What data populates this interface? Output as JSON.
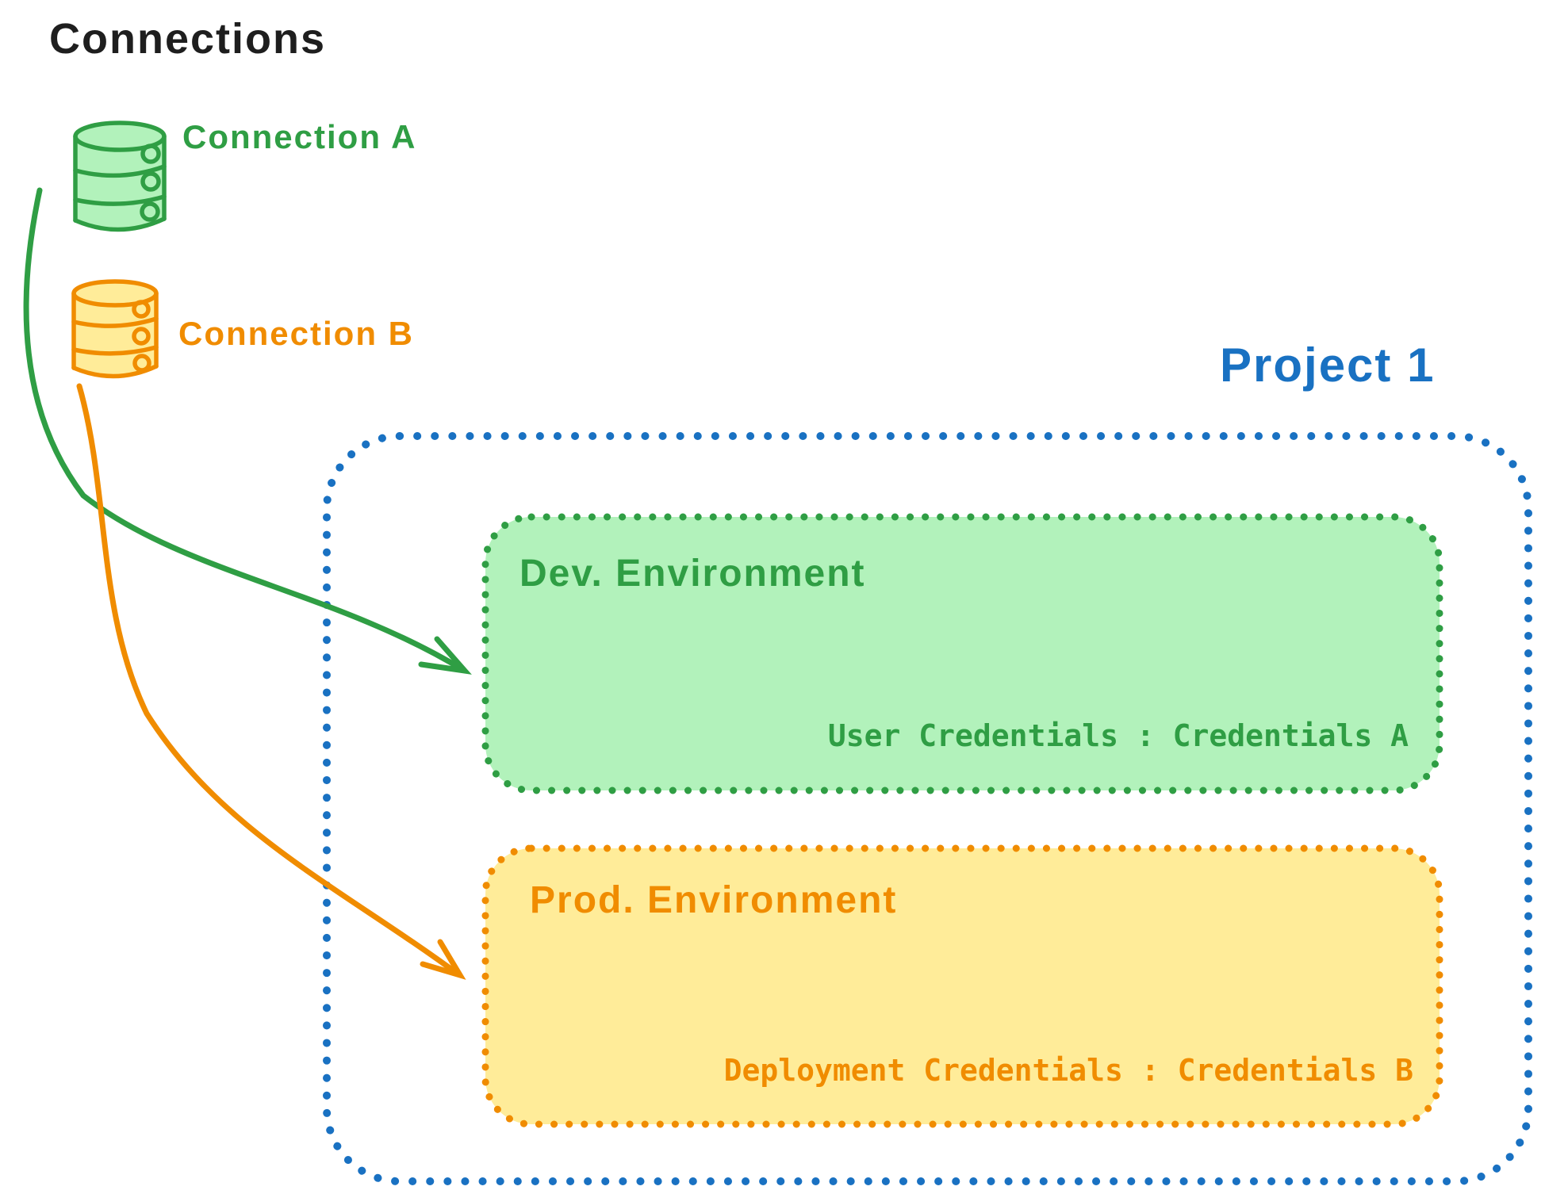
{
  "canvas_title": "Connections",
  "connections": [
    {
      "label": "Connection A",
      "icon": "database-cylinder-icon",
      "color": "#2f9e44",
      "fill": "#b2f2bb"
    },
    {
      "label": "Connection B",
      "icon": "database-cylinder-icon",
      "color": "#f08c00",
      "fill": "#ffec99"
    }
  ],
  "project": {
    "title": "Project 1",
    "border_color": "#1971c2",
    "environments": [
      {
        "name": "Dev. Environment",
        "credentials_label": "User Credentials : Credentials A",
        "color": "#2f9e44",
        "fill": "#b2f2bb"
      },
      {
        "name": "Prod. Environment",
        "credentials_label": "Deployment Credentials : Credentials B",
        "color": "#f08c00",
        "fill": "#ffec99"
      }
    ]
  },
  "arrows": [
    {
      "from": "Connection A",
      "to": "Dev. Environment",
      "color": "#2f9e44"
    },
    {
      "from": "Connection B",
      "to": "Prod. Environment",
      "color": "#f08c00"
    }
  ]
}
